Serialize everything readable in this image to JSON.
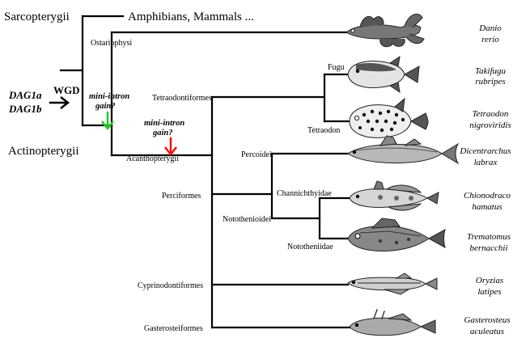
{
  "clades": {
    "sarcopterygii": "Sarcopterygii",
    "amphibians_mammals": "Amphibians, Mammals ...",
    "ostariophysi": "Ostariophysi",
    "actinopterygii": "Actinopterygii",
    "tetraodontiformes": "Tetraodontiformes",
    "acanthopterygii": "Acanthopterygii",
    "fugu": "Fugu",
    "tetraodon": "Tetraodon",
    "perciformes": "Perciformes",
    "percoidei": "Percoidei",
    "channichthyidae": "Channichthyidae",
    "notothenioidei": "Notothenioidei",
    "nototheniidae": "Nototheniidae",
    "cyprinodontiformes": "Cyprinodontiformes",
    "gasterosteiformes": "Gasterosteiformes"
  },
  "genes": {
    "a": "DAG1a",
    "b": "DAG1b"
  },
  "wgd_label": "WGD",
  "events": [
    {
      "line1": "mini-intron",
      "line2": "gain?",
      "arrow_color": "#22cc22"
    },
    {
      "line1": "mini-intron",
      "line2": "gain?",
      "arrow_color": "#ee1111"
    }
  ],
  "species": [
    {
      "genus": "Danio",
      "epithet": "rerio"
    },
    {
      "genus": "Takifugu",
      "epithet": "rubripes"
    },
    {
      "genus": "Tetraodon",
      "epithet": "nigroviridis"
    },
    {
      "genus": "Dicentrarchus",
      "epithet": "labrax"
    },
    {
      "genus": "Chionodraco",
      "epithet": "hamatus"
    },
    {
      "genus": "Trematomus",
      "epithet": "bernacchii"
    },
    {
      "genus": "Oryzias",
      "epithet": "latipes"
    },
    {
      "genus": "Gasterosteus",
      "epithet": "aculeatus"
    }
  ]
}
